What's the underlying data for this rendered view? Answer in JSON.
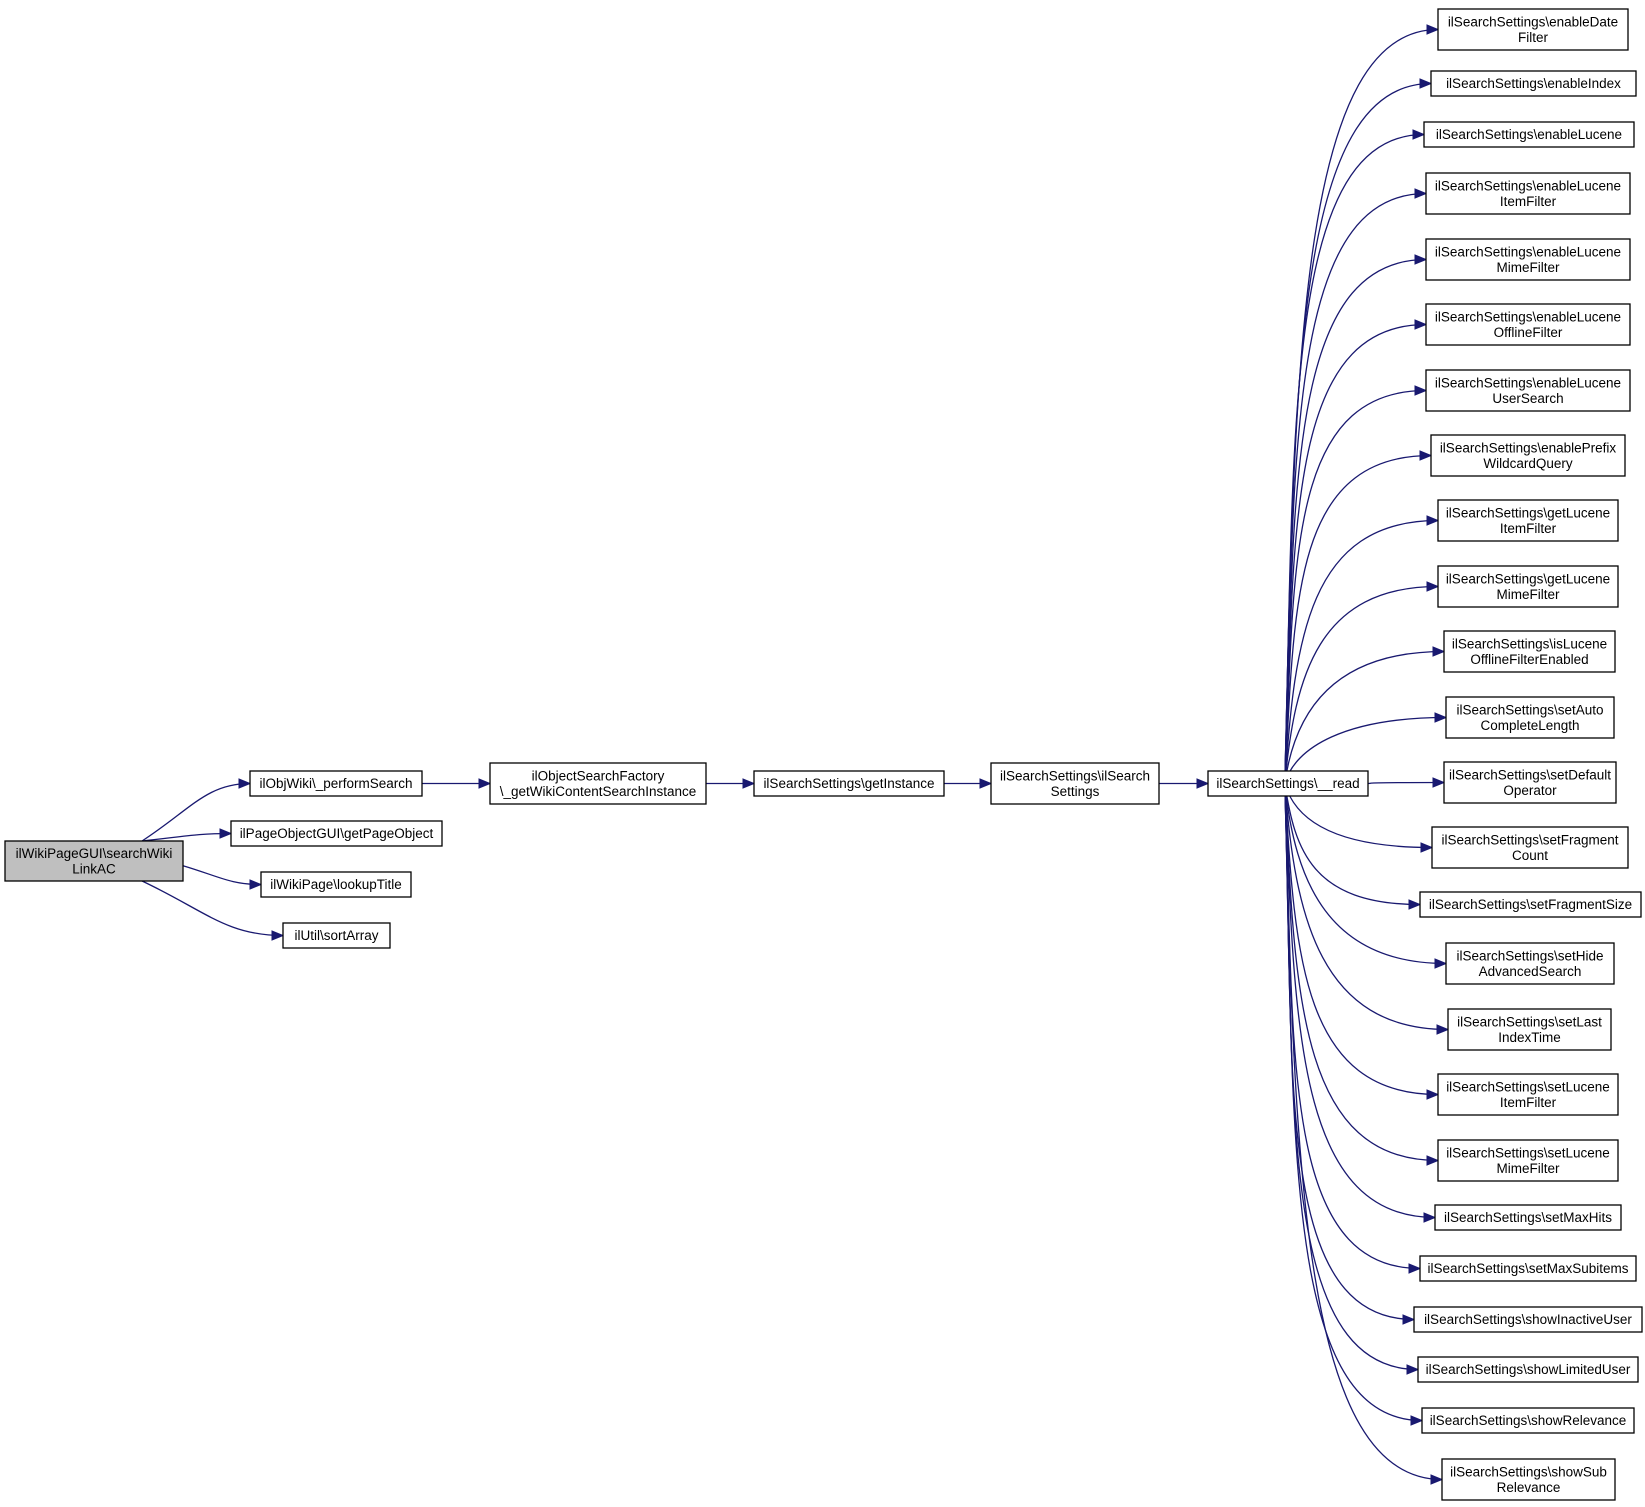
{
  "colors": {
    "edge": "#191970",
    "root_fill": "#bfbfbf",
    "node_fill": "#ffffff",
    "border": "#000000"
  },
  "nodes": [
    {
      "id": "root",
      "lines": [
        "ilWikiPageGUI\\searchWiki",
        "LinkAC"
      ]
    },
    {
      "id": "perform",
      "lines": [
        "ilObjWiki\\_performSearch"
      ]
    },
    {
      "id": "getpage",
      "lines": [
        "ilPageObjectGUI\\getPageObject"
      ]
    },
    {
      "id": "lookup",
      "lines": [
        "ilWikiPage\\lookupTitle"
      ]
    },
    {
      "id": "sort",
      "lines": [
        "ilUtil\\sortArray"
      ]
    },
    {
      "id": "factory",
      "lines": [
        "ilObjectSearchFactory",
        "\\_getWikiContentSearchInstance"
      ]
    },
    {
      "id": "getinst",
      "lines": [
        "ilSearchSettings\\getInstance"
      ]
    },
    {
      "id": "ctor",
      "lines": [
        "ilSearchSettings\\ilSearch",
        "Settings"
      ]
    },
    {
      "id": "read",
      "lines": [
        "ilSearchSettings\\__read"
      ]
    },
    {
      "id": "t0",
      "lines": [
        "ilSearchSettings\\enableDate",
        "Filter"
      ]
    },
    {
      "id": "t1",
      "lines": [
        "ilSearchSettings\\enableIndex"
      ]
    },
    {
      "id": "t2",
      "lines": [
        "ilSearchSettings\\enableLucene"
      ]
    },
    {
      "id": "t3",
      "lines": [
        "ilSearchSettings\\enableLucene",
        "ItemFilter"
      ]
    },
    {
      "id": "t4",
      "lines": [
        "ilSearchSettings\\enableLucene",
        "MimeFilter"
      ]
    },
    {
      "id": "t5",
      "lines": [
        "ilSearchSettings\\enableLucene",
        "OfflineFilter"
      ]
    },
    {
      "id": "t6",
      "lines": [
        "ilSearchSettings\\enableLucene",
        "UserSearch"
      ]
    },
    {
      "id": "t7",
      "lines": [
        "ilSearchSettings\\enablePrefix",
        "WildcardQuery"
      ]
    },
    {
      "id": "t8",
      "lines": [
        "ilSearchSettings\\getLucene",
        "ItemFilter"
      ]
    },
    {
      "id": "t9",
      "lines": [
        "ilSearchSettings\\getLucene",
        "MimeFilter"
      ]
    },
    {
      "id": "t10",
      "lines": [
        "ilSearchSettings\\isLucene",
        "OfflineFilterEnabled"
      ]
    },
    {
      "id": "t11",
      "lines": [
        "ilSearchSettings\\setAuto",
        "CompleteLength"
      ]
    },
    {
      "id": "t12",
      "lines": [
        "ilSearchSettings\\setDefault",
        "Operator"
      ]
    },
    {
      "id": "t13",
      "lines": [
        "ilSearchSettings\\setFragment",
        "Count"
      ]
    },
    {
      "id": "t14",
      "lines": [
        "ilSearchSettings\\setFragmentSize"
      ]
    },
    {
      "id": "t15",
      "lines": [
        "ilSearchSettings\\setHide",
        "AdvancedSearch"
      ]
    },
    {
      "id": "t16",
      "lines": [
        "ilSearchSettings\\setLast",
        "IndexTime"
      ]
    },
    {
      "id": "t17",
      "lines": [
        "ilSearchSettings\\setLucene",
        "ItemFilter"
      ]
    },
    {
      "id": "t18",
      "lines": [
        "ilSearchSettings\\setLucene",
        "MimeFilter"
      ]
    },
    {
      "id": "t19",
      "lines": [
        "ilSearchSettings\\setMaxHits"
      ]
    },
    {
      "id": "t20",
      "lines": [
        "ilSearchSettings\\setMaxSubitems"
      ]
    },
    {
      "id": "t21",
      "lines": [
        "ilSearchSettings\\showInactiveUser"
      ]
    },
    {
      "id": "t22",
      "lines": [
        "ilSearchSettings\\showLimitedUser"
      ]
    },
    {
      "id": "t23",
      "lines": [
        "ilSearchSettings\\showRelevance"
      ]
    },
    {
      "id": "t24",
      "lines": [
        "ilSearchSettings\\showSub",
        "Relevance"
      ]
    }
  ],
  "edges": [
    [
      "root",
      "perform"
    ],
    [
      "root",
      "getpage"
    ],
    [
      "root",
      "lookup"
    ],
    [
      "root",
      "sort"
    ],
    [
      "perform",
      "factory"
    ],
    [
      "factory",
      "getinst"
    ],
    [
      "getinst",
      "ctor"
    ],
    [
      "ctor",
      "read"
    ],
    [
      "read",
      "t0"
    ],
    [
      "read",
      "t1"
    ],
    [
      "read",
      "t2"
    ],
    [
      "read",
      "t3"
    ],
    [
      "read",
      "t4"
    ],
    [
      "read",
      "t5"
    ],
    [
      "read",
      "t6"
    ],
    [
      "read",
      "t7"
    ],
    [
      "read",
      "t8"
    ],
    [
      "read",
      "t9"
    ],
    [
      "read",
      "t10"
    ],
    [
      "read",
      "t11"
    ],
    [
      "read",
      "t12"
    ],
    [
      "read",
      "t13"
    ],
    [
      "read",
      "t14"
    ],
    [
      "read",
      "t15"
    ],
    [
      "read",
      "t16"
    ],
    [
      "read",
      "t17"
    ],
    [
      "read",
      "t18"
    ],
    [
      "read",
      "t19"
    ],
    [
      "read",
      "t20"
    ],
    [
      "read",
      "t21"
    ],
    [
      "read",
      "t22"
    ],
    [
      "read",
      "t23"
    ],
    [
      "read",
      "t24"
    ]
  ]
}
